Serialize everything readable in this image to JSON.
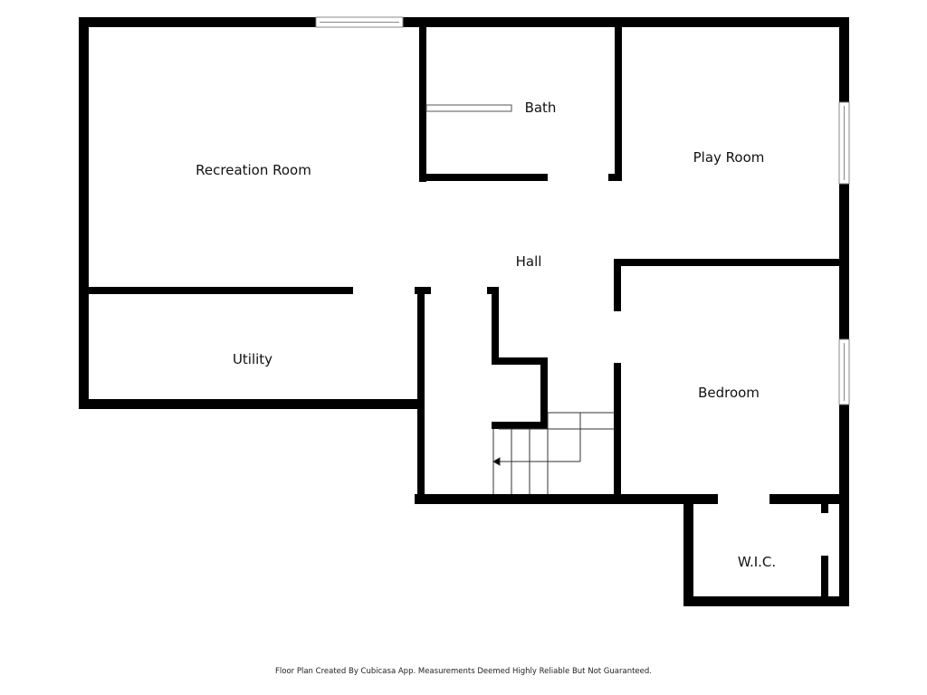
{
  "rooms": {
    "recreation_room": "Recreation Room",
    "bath": "Bath",
    "play_room": "Play Room",
    "hall": "Hall",
    "utility": "Utility",
    "bedroom": "Bedroom",
    "wic": "W.I.C."
  },
  "footer": {
    "disclaimer": "Floor Plan Created By Cubicasa App. Measurements Deemed Highly Reliable But Not Guaranteed."
  },
  "colors": {
    "wall": "#000000",
    "background": "#ffffff",
    "window_stroke": "#888888",
    "stair_line": "#333333"
  }
}
